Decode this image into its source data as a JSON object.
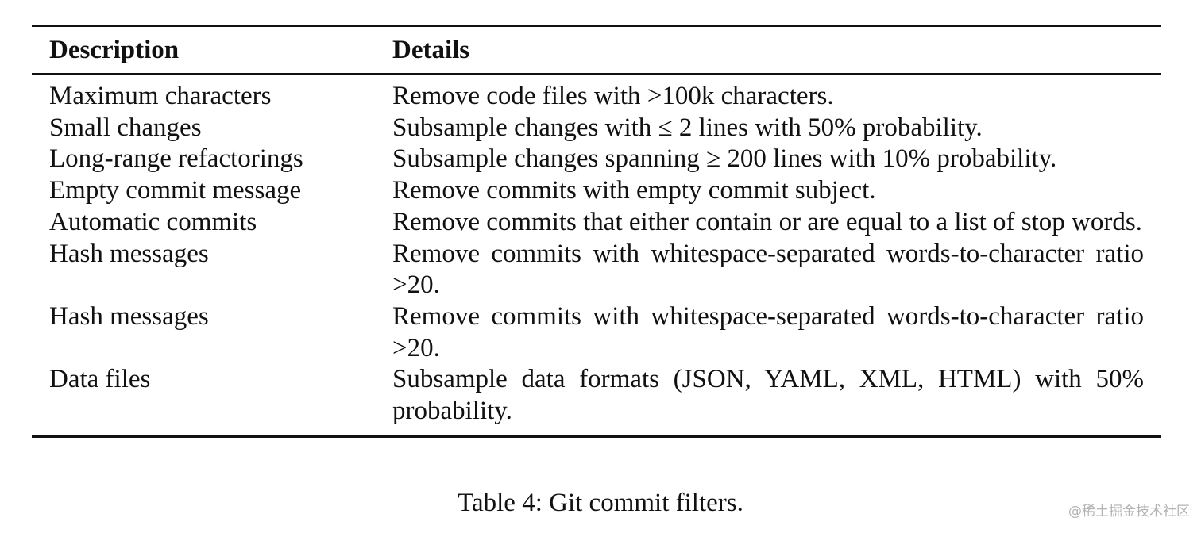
{
  "table": {
    "headers": {
      "description": "Description",
      "details": "Details"
    },
    "rows": [
      {
        "description": "Maximum characters",
        "details": "Remove code files with >100k characters."
      },
      {
        "description": "Small changes",
        "details": "Subsample changes with ≤ 2 lines with 50% probability."
      },
      {
        "description": "Long-range refactorings",
        "details": "Subsample changes spanning ≥ 200 lines with 10% probability."
      },
      {
        "description": "Empty commit message",
        "details": "Remove commits with empty commit subject."
      },
      {
        "description": "Automatic commits",
        "details": "Remove commits that either contain or are equal to a list of stop words."
      },
      {
        "description": "Hash messages",
        "details": "Remove commits with whitespace-separated words-to-character ratio >20."
      },
      {
        "description": "Hash messages",
        "details": "Remove commits with whitespace-separated words-to-character ratio >20."
      },
      {
        "description": "Data files",
        "details": "Subsample data formats (JSON, YAML, XML, HTML) with 50% probability."
      }
    ]
  },
  "caption": "Table 4: Git commit filters.",
  "watermark": "@稀土掘金技术社区"
}
